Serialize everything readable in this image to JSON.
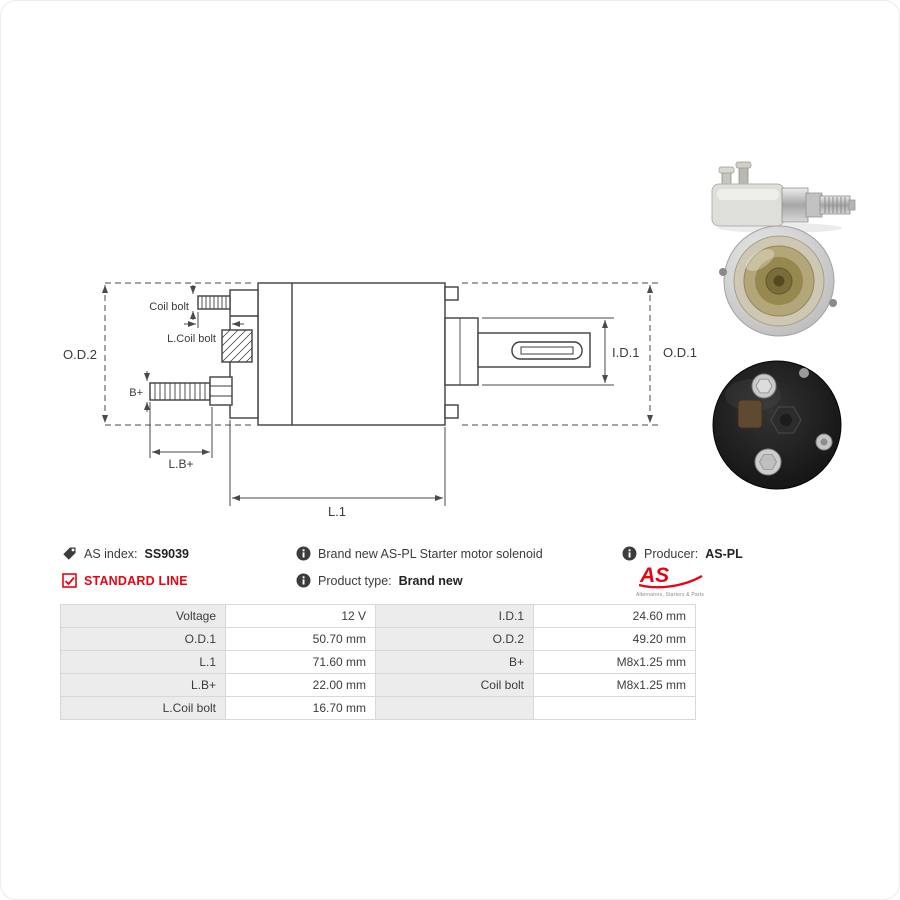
{
  "product_info": {
    "as_index_label": "AS index:",
    "as_index_value": "SS9039",
    "standard_line_label": "STANDARD LINE",
    "description": "Brand new AS-PL Starter motor solenoid",
    "product_type_label": "Product type:",
    "product_type_value": "Brand new",
    "producer_label": "Producer:",
    "producer_value": "AS-PL"
  },
  "logo": {
    "text": "AS",
    "tagline": "Alternators, Starters & Parts"
  },
  "diagram": {
    "labels": {
      "od2": "O.D.2",
      "od1": "O.D.1",
      "id1": "I.D.1",
      "l1": "L.1",
      "lb_plus": "L.B+",
      "b_plus": "B+",
      "coil_bolt": "Coil bolt",
      "l_coil_bolt": "L.Coil bolt"
    }
  },
  "spec_table": {
    "rows": [
      {
        "label1": "Voltage",
        "value1": "12 V",
        "label2": "I.D.1",
        "value2": "24.60 mm"
      },
      {
        "label1": "O.D.1",
        "value1": "50.70 mm",
        "label2": "O.D.2",
        "value2": "49.20 mm"
      },
      {
        "label1": "L.1",
        "value1": "71.60 mm",
        "label2": "B+",
        "value2": "M8x1.25 mm"
      },
      {
        "label1": "L.B+",
        "value1": "22.00 mm",
        "label2": "Coil bolt",
        "value2": "M8x1.25 mm"
      },
      {
        "label1": "L.Coil bolt",
        "value1": "16.70 mm",
        "label2": "",
        "value2": ""
      }
    ]
  },
  "colors": {
    "accent_red": "#e30613",
    "table_label_bg": "#ececec",
    "table_border": "#d8d8d8",
    "drawing_line": "#3f3f3f"
  }
}
